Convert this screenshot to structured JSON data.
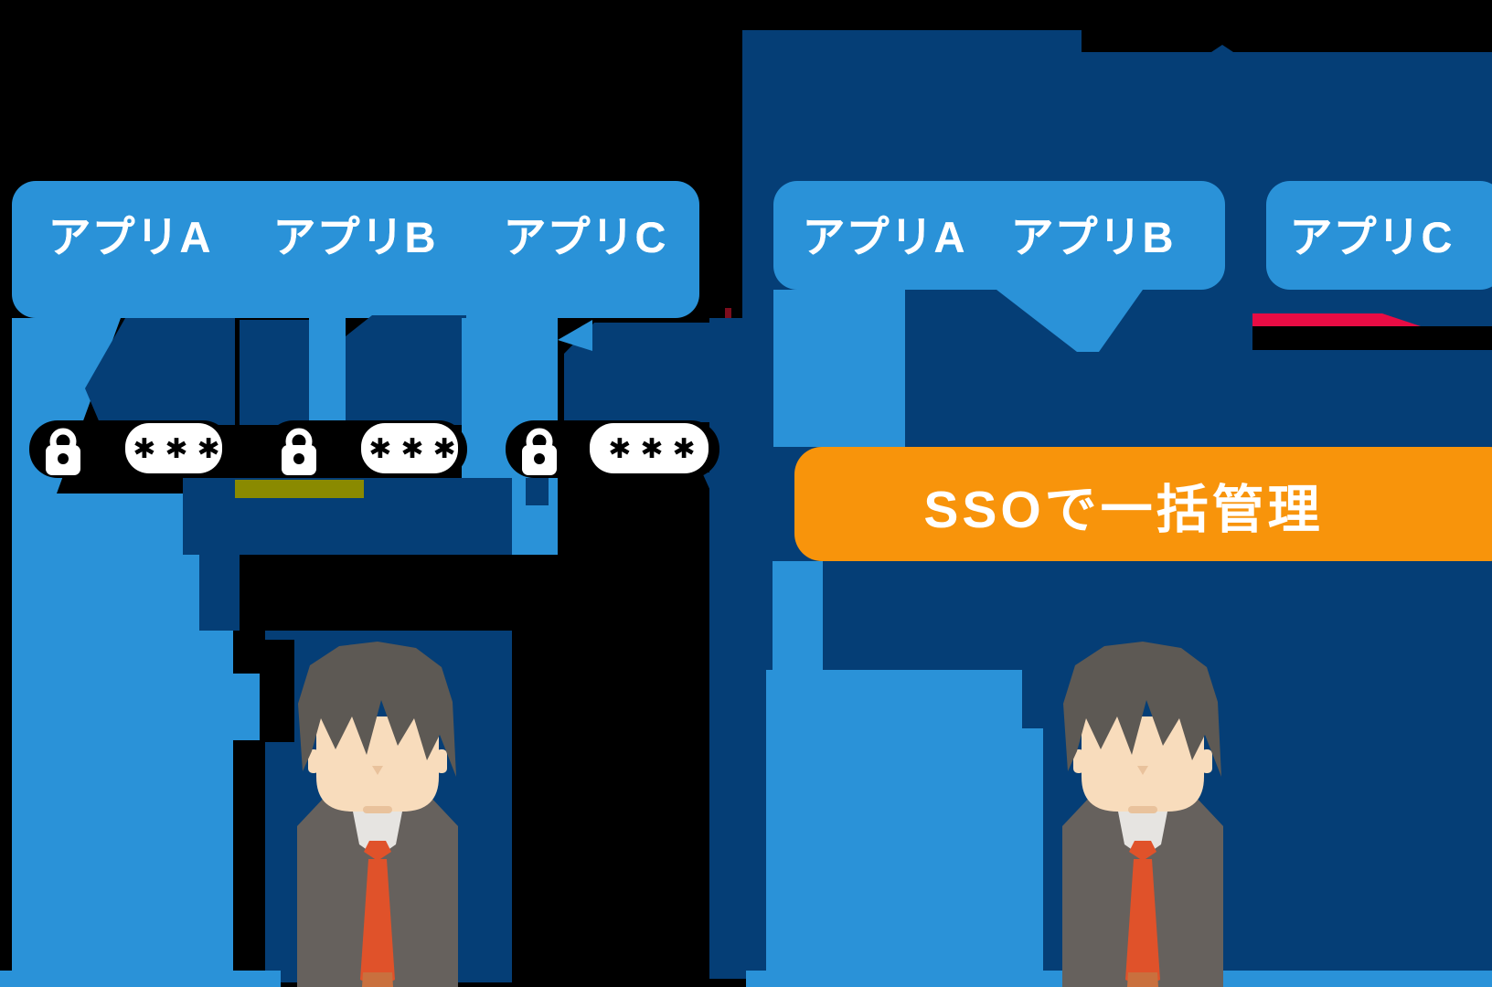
{
  "diagram": {
    "title_semantic": "SSO single-sign-on comparison illustration",
    "background_color": "#000000",
    "left_panel": {
      "apps": [
        {
          "label": "アプリA"
        },
        {
          "label": "アプリB"
        },
        {
          "label": "アプリC"
        }
      ],
      "password_fields": [
        {
          "icon": "lock-icon",
          "mask": "✱✱✱"
        },
        {
          "icon": "lock-icon",
          "mask": "✱✱✱"
        },
        {
          "icon": "lock-icon",
          "mask": "✱✱✱"
        }
      ],
      "figure": "businessman"
    },
    "right_panel": {
      "apps": [
        {
          "label": "アプリA"
        },
        {
          "label": "アプリB"
        },
        {
          "label": "アプリC"
        }
      ],
      "sso_banner": {
        "label": "SSOで一括管理"
      },
      "figure": "businessman"
    },
    "palette": {
      "light_blue": "#2a92d8",
      "navy": "#053e76",
      "orange": "#f8940b",
      "red": "#e80c44",
      "maroon": "#7d0d1d",
      "olive": "#8a8a00",
      "pill_black": "#000000",
      "white": "#ffffff",
      "hair": "#5d5954",
      "skin": "#f8dcbc",
      "skin_shadow": "#e9c29c",
      "suit": "#66615d",
      "shirt": "#e6e4e1",
      "tie": "#e0522a",
      "tie_tip": "#c9703e"
    }
  }
}
